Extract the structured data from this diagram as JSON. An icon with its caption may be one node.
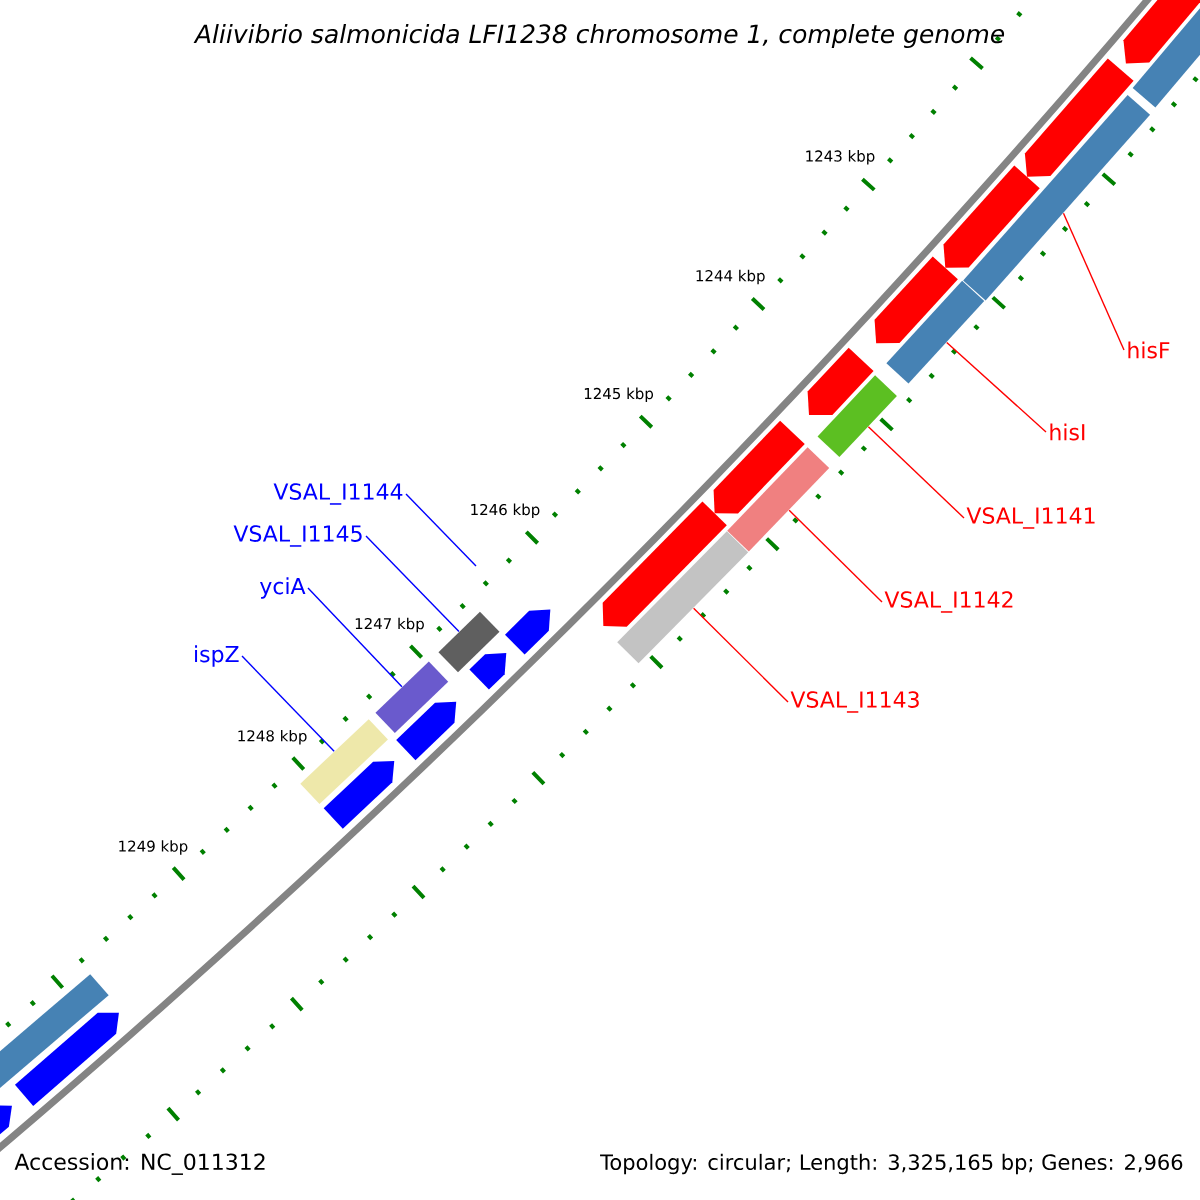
{
  "diagram": {
    "title": "Aliivibrio salmonicida LFI1238 chromosome 1, complete genome",
    "nodes": [
      {
        "text": [
          "hisF"
        ]
      },
      {
        "text": [
          "hisI"
        ]
      },
      {
        "text": [
          "VSAL_I1144"
        ]
      },
      {
        "text": [
          "VSAL_I1141"
        ]
      },
      {
        "text": [
          "VSAL_I1145"
        ]
      },
      {
        "text": [
          "yciA"
        ]
      },
      {
        "text": [
          "VSAL_I1142"
        ]
      },
      {
        "text": [
          "ispZ"
        ]
      },
      {
        "text": [
          "VSAL_I1143"
        ]
      },
      {
        "text": [],
        "shape": "bar"
      },
      {
        "text": [],
        "shape": "bar"
      },
      {
        "text": [],
        "shape": "bar"
      },
      {
        "text": [],
        "shape": "bar"
      },
      {
        "text": [],
        "shape": "bar"
      },
      {
        "text": [],
        "shape": "bar"
      },
      {
        "text": [],
        "shape": "bar"
      },
      {
        "text": [],
        "shape": "bar"
      }
    ],
    "edges": [
      {
        "from": 0,
        "to": 9,
        "arrow": "none"
      },
      {
        "from": 1,
        "to": 10,
        "arrow": "none"
      },
      {
        "from": 2,
        "to": null,
        "arrow": "none",
        "color": "#0000ff"
      },
      {
        "from": 3,
        "to": 11,
        "arrow": "none"
      },
      {
        "from": 4,
        "to": 14,
        "arrow": "none",
        "color": "#0000ff"
      },
      {
        "from": 5,
        "to": 15,
        "arrow": "none",
        "color": "#0000ff"
      },
      {
        "from": 6,
        "to": 12,
        "arrow": "none"
      },
      {
        "from": 7,
        "to": 16,
        "arrow": "none",
        "color": "#0000ff"
      },
      {
        "from": 8,
        "to": 13,
        "arrow": "none"
      }
    ],
    "labels": [
      "1243 kbp",
      "1244 kbp",
      "1245 kbp",
      "1246 kbp",
      "1247 kbp",
      "1248 kbp",
      "1249 kbp",
      "Accession: NC_011312",
      "Topology: circular; Length: 3,325,165 bp; Genes: 2,966"
    ]
  }
}
